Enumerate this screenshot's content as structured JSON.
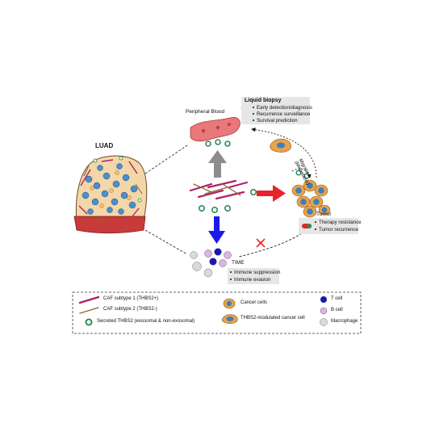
{
  "labels": {
    "luad": "LUAD",
    "peripheral_blood": "Peripheral Blood",
    "tumor": "Tumor",
    "time": "TIME",
    "migration_line1": "Migration",
    "migration_line2": "(Metastasis)"
  },
  "liquid_biopsy": {
    "title": "Liquid biopsy",
    "items": [
      "Early detection/diagnosis",
      "Recurrence surveillance",
      "Survival prediction"
    ]
  },
  "tumor_box": {
    "items": [
      "Therapy resistance",
      "Tumor recurrence"
    ]
  },
  "time_box": {
    "items": [
      "Immune suppression",
      "Immune evasion"
    ]
  },
  "legend": {
    "caf1": "CAF subtype 1 (THBS2+)",
    "caf2": "CAF subtype 2 (THBS2-)",
    "secreted": "Secreted THBS2 (exosomal & non-exosomal)",
    "cancer_cells": "Cancer cells",
    "thbs2_cancer": "THBS2-modulated cancer cell",
    "t_cell": "T cell",
    "b_cell": "B cell",
    "macrophage": "Macrophage"
  },
  "colors": {
    "arrow_gray": "#8c8c8c",
    "arrow_red": "#e8232a",
    "arrow_blue": "#1a1aeb",
    "thbs2_ring": "#2e8b57",
    "cancer_blue": "#3a7fc0",
    "cancer_orange": "#e8a24a",
    "blood_red": "#d9534f",
    "caf_magenta": "#b0206a"
  }
}
